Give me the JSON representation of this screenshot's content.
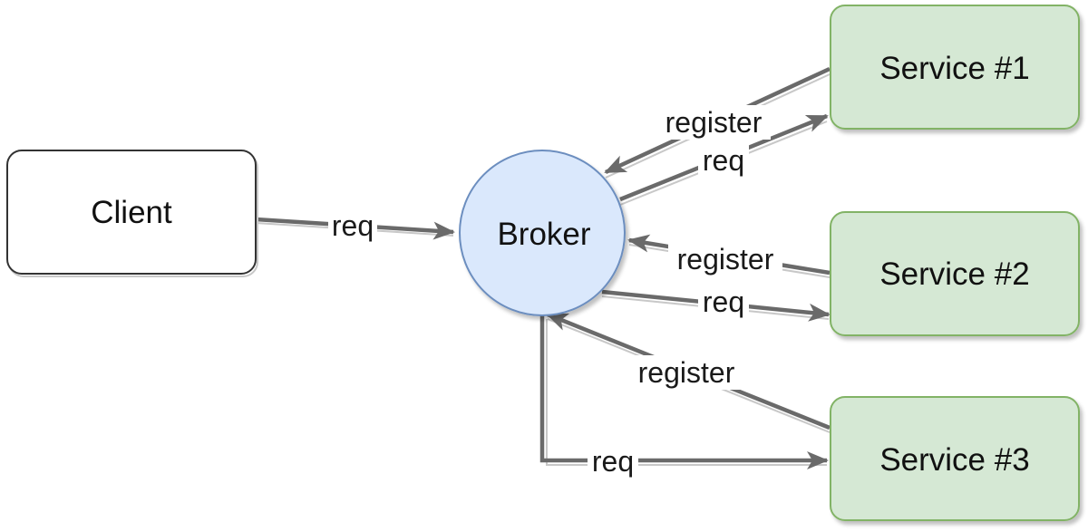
{
  "nodes": {
    "client": {
      "label": "Client"
    },
    "broker": {
      "label": "Broker"
    },
    "service1": {
      "label": "Service #1"
    },
    "service2": {
      "label": "Service #2"
    },
    "service3": {
      "label": "Service #3"
    }
  },
  "edges": {
    "client_broker": {
      "label": "req"
    },
    "s1_register": {
      "label": "register"
    },
    "s1_req": {
      "label": "req"
    },
    "s2_register": {
      "label": "register"
    },
    "s2_req": {
      "label": "req"
    },
    "s3_register": {
      "label": "register"
    },
    "s3_req": {
      "label": "req"
    }
  },
  "colors": {
    "broker_fill": "#dae8fc",
    "broker_stroke": "#6c8ebf",
    "service_fill": "#d5e8d4",
    "service_stroke": "#82b366",
    "client_fill": "#ffffff",
    "client_stroke": "#333333",
    "edge": "#6a6a6a"
  }
}
